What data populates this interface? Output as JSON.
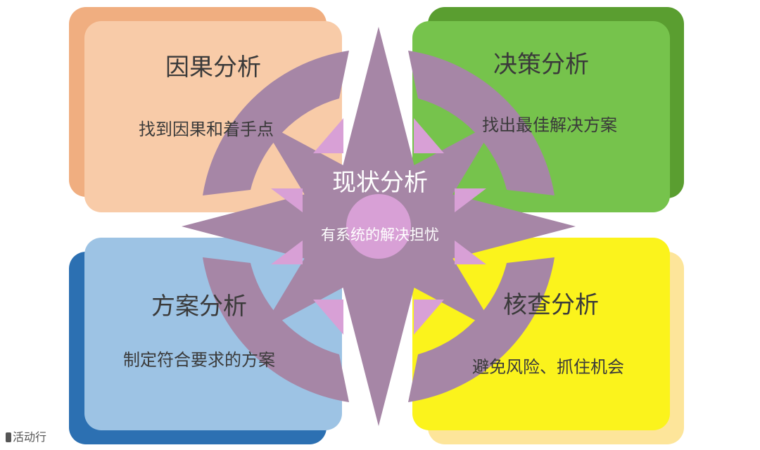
{
  "diagram": {
    "center": {
      "title": "现状分析",
      "subtitle": "有系统的解决担忧"
    },
    "quadrants": [
      {
        "id": "tl",
        "title": "因果分析",
        "subtitle": "找到因果和着手点"
      },
      {
        "id": "tr",
        "title": "决策分析",
        "subtitle": "找出最佳解决方案"
      },
      {
        "id": "bl",
        "title": "方案分析",
        "subtitle": "制定符合要求的方案"
      },
      {
        "id": "br",
        "title": "核查分析",
        "subtitle": "避免风险、抓住机会"
      }
    ]
  },
  "colors": {
    "star": "#a686a6",
    "star_accent": "#d8a0d6",
    "tl_front": "#f8cba8",
    "tl_back": "#f0ae80",
    "tr_front": "#76c34c",
    "tr_back": "#5a9e30",
    "bl_front": "#9dc3e4",
    "bl_back": "#2c70b2",
    "br_front": "#fbf31c",
    "br_back": "#fde59a"
  },
  "watermark": {
    "text": "活动行"
  }
}
